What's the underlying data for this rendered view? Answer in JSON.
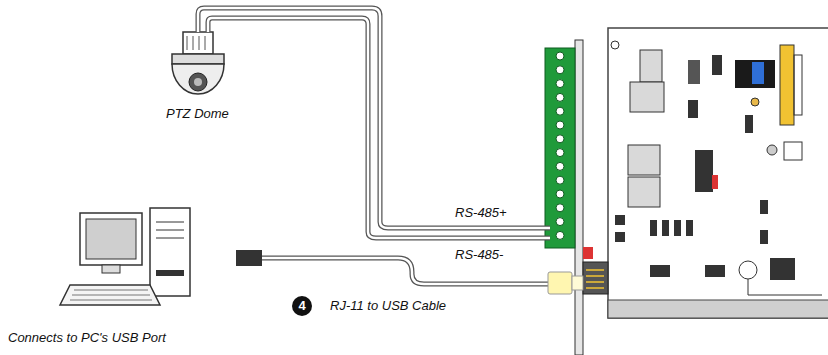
{
  "diagram": {
    "labels": [
      "PTZ Dome",
      "RS-485+",
      "RS-485-",
      "4",
      "RJ-11 to USB Cable",
      "Connects to PC's USB Port"
    ]
  }
}
